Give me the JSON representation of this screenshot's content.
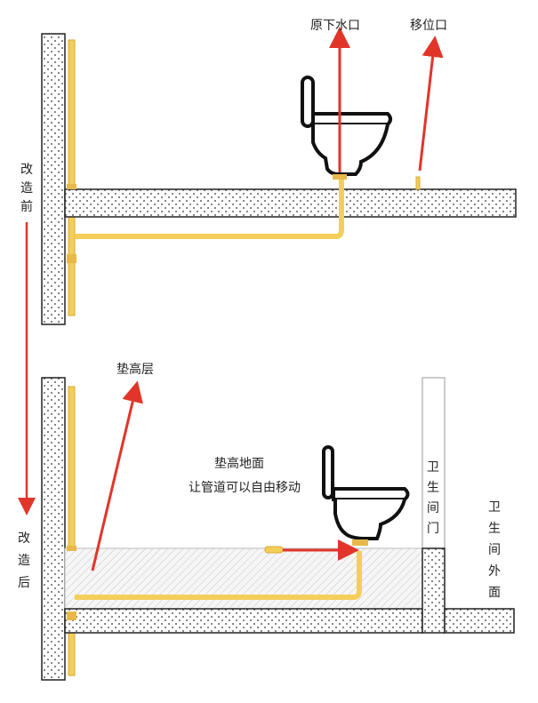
{
  "before": {
    "stage_label": [
      "改",
      "造",
      "前"
    ],
    "original_drain_label": "原下水口",
    "relocated_drain_label": "移位口"
  },
  "after": {
    "stage_label": [
      "改",
      "造",
      "后"
    ],
    "raised_layer_label": "垫高层",
    "raised_floor_label": "垫高地面",
    "raised_floor_desc": "让管道可以自由移动",
    "bathroom_door_label": [
      "卫",
      "生",
      "间",
      "门"
    ],
    "outside_label": [
      "卫",
      "生",
      "间",
      "外",
      "面"
    ]
  },
  "colors": {
    "pipe": "#f3cf5a",
    "pipe_edge": "#d9a93a",
    "arrow": "#e2352a",
    "hatch": "#bbbbbb"
  }
}
